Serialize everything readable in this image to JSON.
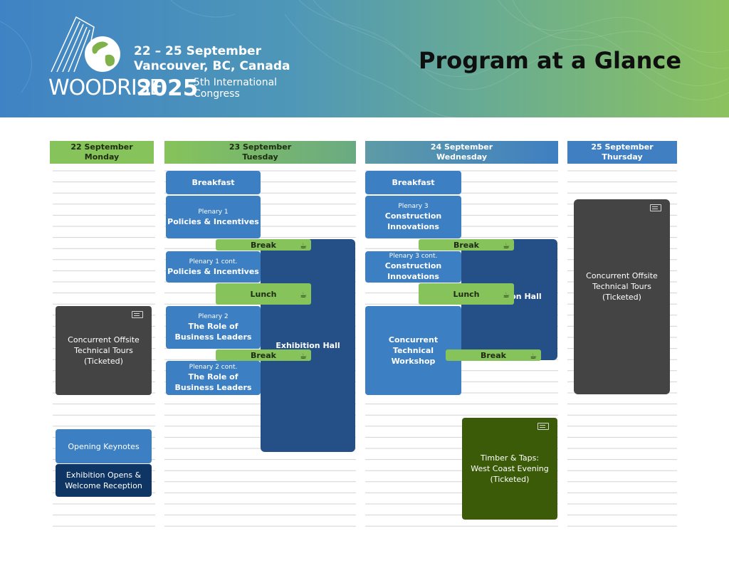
{
  "header": {
    "dates": "22 – 25 September",
    "location": "Vancouver, BC, Canada",
    "brand": "WOODRISE",
    "year": "2025",
    "congress_line1": "5th International",
    "congress_line2": "Congress",
    "page_title": "Program at a Glance"
  },
  "days": [
    {
      "date": "22 September",
      "weekday": "Monday"
    },
    {
      "date": "23 September",
      "weekday": "Tuesday"
    },
    {
      "date": "24 September",
      "weekday": "Wednesday"
    },
    {
      "date": "25 September",
      "weekday": "Thursday"
    }
  ],
  "monday": {
    "tours": [
      "Concurrent Offsite",
      "Technical Tours",
      "(Ticketed)"
    ],
    "keynotes": "Opening Keynotes",
    "reception": [
      "Exhibition Opens &",
      "Welcome Reception"
    ]
  },
  "tuesday": {
    "breakfast": "Breakfast",
    "plenary1_small": "Plenary 1",
    "plenary1_title": "Policies & Incentives",
    "break1": "Break",
    "plenary1c_small": "Plenary 1 cont.",
    "plenary1c_title": "Policies & Incentives",
    "lunch": "Lunch",
    "plenary2_small": "Plenary 2",
    "plenary2_title": [
      "The Role of",
      "Business Leaders"
    ],
    "break2": "Break",
    "plenary2c_small": "Plenary 2 cont.",
    "plenary2c_title": [
      "The Role of",
      "Business Leaders"
    ],
    "exhibition": "Exhibition Hall"
  },
  "wednesday": {
    "breakfast": "Breakfast",
    "plenary3_small": "Plenary 3",
    "plenary3_title": [
      "Construction",
      "Innovations"
    ],
    "break1": "Break",
    "plenary3c_small": "Plenary 3 cont.",
    "plenary3c_title": [
      "Construction",
      "Innovations"
    ],
    "lunch": "Lunch",
    "workshop": [
      "Concurrent",
      "Technical",
      "Workshop"
    ],
    "exhibition": "Exhibition Hall",
    "break2": "Break",
    "evening": [
      "Timber & Taps:",
      "West Coast Evening",
      "(Ticketed)"
    ]
  },
  "thursday": {
    "tours": [
      "Concurrent Offsite",
      "Technical Tours",
      "(Ticketed)"
    ]
  },
  "colors": {
    "blue": "#3c7fc2",
    "navy": "#254f87",
    "dark_gray": "#444444",
    "green": "#86c35a",
    "dark_green": "#3b5b08",
    "deep_navy": "#0e3563"
  },
  "icons": [
    "building-globe-logo-icon",
    "ticket-icon",
    "coffee-cup-icon"
  ]
}
